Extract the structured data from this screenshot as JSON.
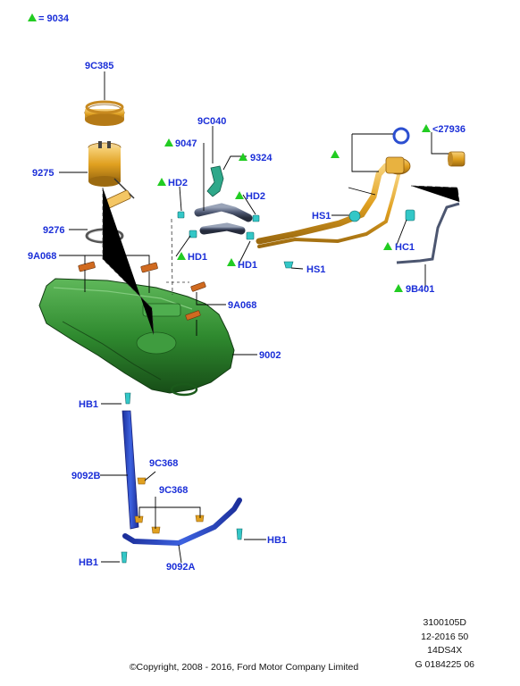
{
  "legend": {
    "symbol": "green-triangle",
    "text": "= 9034"
  },
  "parts": {
    "9C385": "9C385",
    "9275": "9275",
    "9276": "9276",
    "9A068_left": "9A068",
    "9A068_right": "9A068",
    "9002": "9002",
    "9C040": "9C040",
    "9047": "9047",
    "9324": "9324",
    "HD2_left": "HD2",
    "HD2_right": "HD2",
    "HD1_left": "HD1",
    "HD1_right": "HD1",
    "HS1_left": "HS1",
    "HS1_right": "HS1",
    "27936": "<27936",
    "HC1": "HC1",
    "9B401": "9B401",
    "HB1_top": "HB1",
    "HB1_right": "HB1",
    "HB1_bottom": "HB1",
    "9092B": "9092B",
    "9C368_a": "9C368",
    "9C368_b": "9C368",
    "9092A": "9092A"
  },
  "reference": {
    "line1": "3100105D",
    "line2": "12-2016 50",
    "line3": "14DS4X",
    "line4": "G 0184225 06"
  },
  "copyright": "©Copyright, 2008 - 2016, Ford Motor Company Limited",
  "colors": {
    "label": "#1b2fd8",
    "triangle": "#22cc22",
    "tank": "#2f8a2f",
    "brass": "#e0a020",
    "strap": "#2c4fd0",
    "connector": "#33c7c7"
  }
}
